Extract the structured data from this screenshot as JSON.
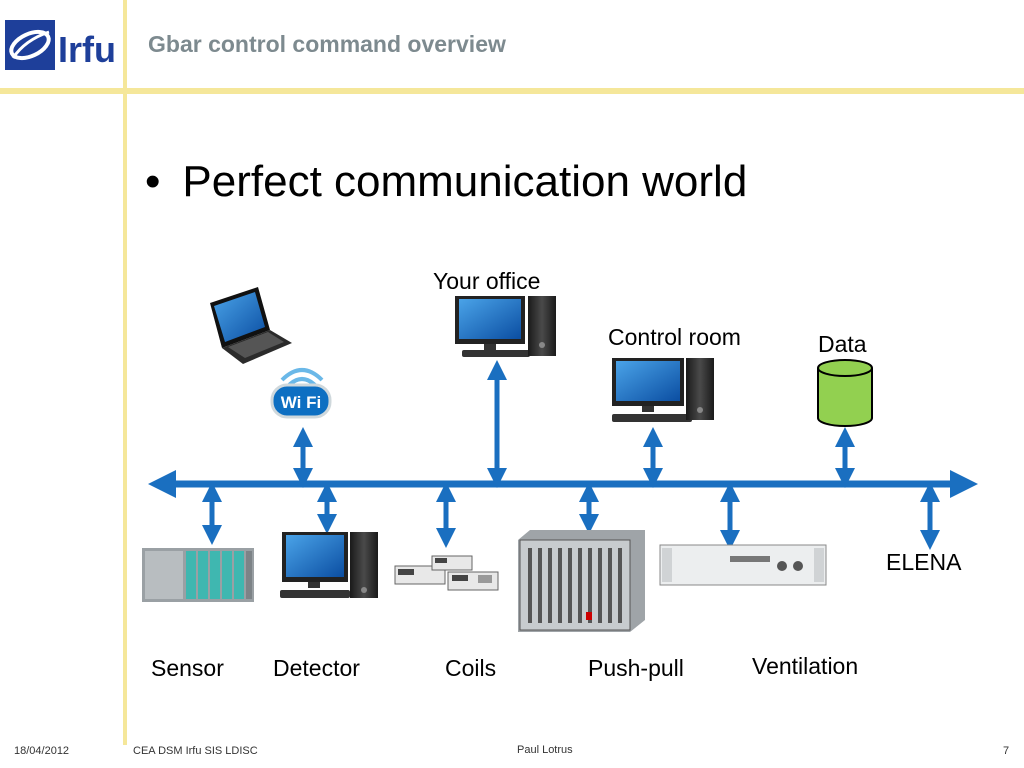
{
  "header": {
    "title": "Gbar control command overview"
  },
  "content": {
    "bullet": "Perfect communication world"
  },
  "diagram": {
    "top_labels": {
      "your_office": "Your office",
      "control_room": "Control room",
      "data": "Data",
      "elena": "ELENA"
    },
    "bottom_labels": {
      "sensor": "Sensor",
      "detector": "Detector",
      "coils": "Coils",
      "push_pull": "Push-pull",
      "ventilation": "Ventilation"
    },
    "wifi_text": "Wi Fi",
    "colors": {
      "bus": "#1a6fc0",
      "accent_rule": "#f5e79a",
      "data_cylinder": "#92d050"
    }
  },
  "footer": {
    "date": "18/04/2012",
    "org": "CEA DSM Irfu SIS LDISC",
    "author": "Paul Lotrus",
    "page": "7"
  }
}
